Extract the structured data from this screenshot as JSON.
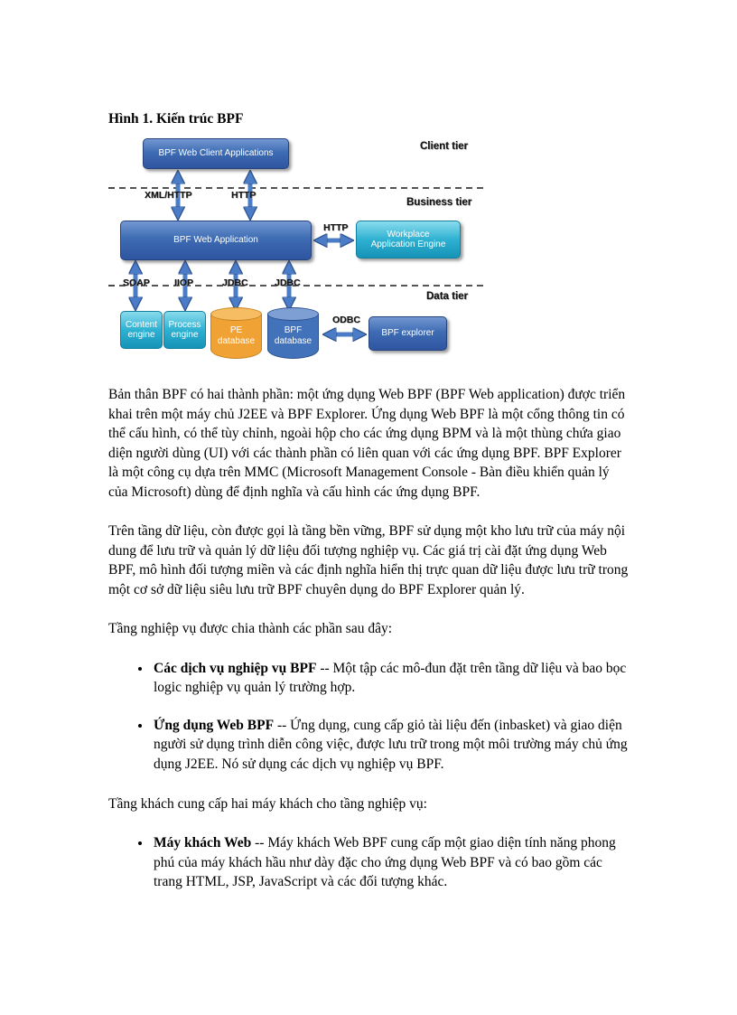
{
  "caption": "Hình 1. Kiến trúc BPF",
  "diagram": {
    "nodes": {
      "client_apps": "BPF Web Client Applications",
      "web_app": "BPF Web Application",
      "workplace": "Workplace Application Engine",
      "content_engine": "Content engine",
      "process_engine": "Process engine",
      "pe_database": "PE database",
      "bpf_database": "BPF database",
      "bpf_explorer": "BPF explorer"
    },
    "tiers": {
      "client": "Client tier",
      "business": "Business tier",
      "data": "Data tier"
    },
    "edge_labels": {
      "xml_http": "XML/HTTP",
      "http_top": "HTTP",
      "http_mid": "HTTP",
      "soap": "SOAP",
      "iiop": "IIOP",
      "jdbc1": "JDBC",
      "jdbc2": "JDBC",
      "odbc": "ODBC"
    },
    "colors": {
      "blue_box": "#3e6cb3",
      "cyan_box": "#2fb1d2",
      "orange_cylinder": "#f0a235",
      "arrow": "#4a7cc7"
    }
  },
  "paragraphs": [
    "Bản thân BPF có hai thành phần: một ứng dụng Web BPF (BPF Web application) được triển khai trên một máy chủ J2EE và BPF Explorer. Ứng dụng Web BPF là một cổng thông tin có thể cấu hình, có thể tùy chỉnh, ngoài hộp cho các ứng dụng BPM và là một thùng chứa giao diện người dùng (UI) với các thành phần có liên quan với các ứng dụng BPF. BPF Explorer là một công cụ dựa trên MMC (Microsoft Management Console - Bàn điều khiển quản lý của Microsoft) dùng để định nghĩa và cấu hình các ứng dụng BPF.",
    "Trên tầng dữ liệu, còn được gọi là tầng bền vững, BPF sử dụng một kho lưu trữ của máy nội dung để lưu trữ và quản lý dữ liệu đối tượng nghiệp vụ. Các giá trị cài đặt ứng dụng Web BPF, mô hình đối tượng miền và các định nghĩa hiển thị trực quan dữ liệu được lưu trữ trong một cơ sở dữ liệu siêu lưu trữ BPF chuyên dụng do BPF Explorer quản lý.",
    "Tầng nghiệp vụ được chia thành các phần sau đây:",
    "Tầng khách cung cấp hai máy khách cho tầng nghiệp vụ:"
  ],
  "bullets": [
    {
      "lead": "Các dịch vụ nghiệp vụ BPF",
      "rest": " -- Một tập các mô-đun đặt trên tầng dữ liệu và bao bọc logic nghiệp vụ quản lý trường hợp."
    },
    {
      "lead": "Ứng dụng Web BPF",
      "rest": " -- Ứng dụng, cung cấp giỏ tài liệu đến (inbasket) và giao diện người sử dụng trình diễn công việc, được lưu trữ trong một môi trường máy chủ ứng dụng J2EE. Nó sử dụng các dịch vụ nghiệp vụ BPF."
    },
    {
      "lead": "Máy khách Web",
      "rest": " -- Máy khách Web BPF cung cấp một giao diện tính năng phong phú của máy khách hầu như dày đặc cho ứng dụng Web BPF và có bao gồm các trang HTML, JSP, JavaScript và các đối tượng khác."
    }
  ]
}
